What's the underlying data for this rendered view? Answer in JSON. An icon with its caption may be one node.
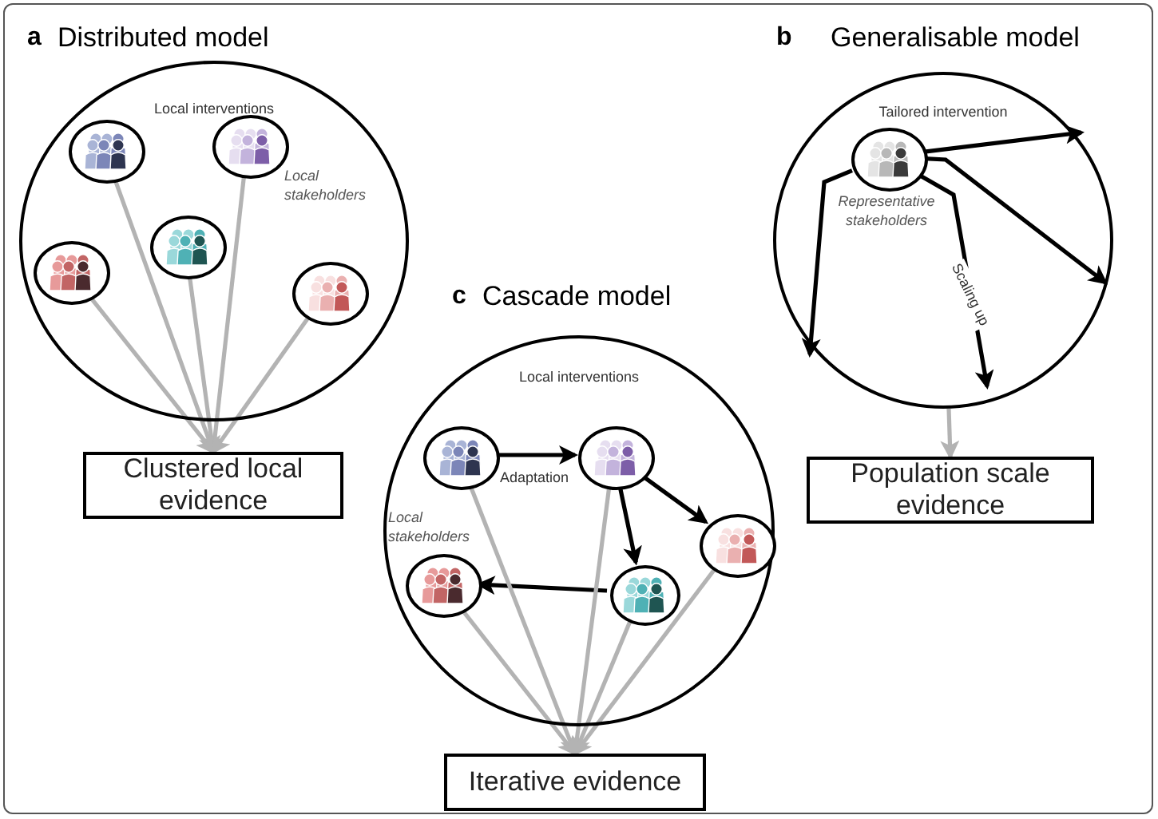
{
  "diagram": {
    "nodes": [
      {
        "text": [
          "Local interventions"
        ]
      },
      {
        "text": [],
        "shape": "circle",
        "in": 0
      },
      {
        "text": [],
        "shape": "circle",
        "in": 0
      },
      {
        "text": [],
        "shape": "circle",
        "in": 0
      },
      {
        "text": [],
        "shape": "circle",
        "in": 0
      },
      {
        "text": [],
        "shape": "circle",
        "in": 0
      },
      {
        "text": [
          "Clustered local evidence"
        ]
      },
      {
        "text": [
          "Tailored intervention"
        ]
      },
      {
        "text": [],
        "shape": "circle",
        "in": 7,
        "beside": [
          "Representative stakeholders"
        ]
      },
      {
        "text": [
          "Population scale evidence"
        ]
      },
      {
        "text": [
          "Local interventions"
        ]
      },
      {
        "text": [],
        "shape": "circle",
        "in": 10
      },
      {
        "text": [],
        "shape": "circle",
        "in": 10
      },
      {
        "text": [],
        "shape": "circle",
        "in": 10
      },
      {
        "text": [],
        "shape": "circle",
        "in": 10
      },
      {
        "text": [],
        "shape": "circle",
        "in": 10
      },
      {
        "text": [
          "Iterative evidence"
        ]
      }
    ],
    "edges": [
      {
        "from": 1,
        "to": 6,
        "arrow": "to"
      },
      {
        "from": 2,
        "to": 6,
        "arrow": "to"
      },
      {
        "from": 3,
        "to": 6,
        "arrow": "to"
      },
      {
        "from": 4,
        "to": 6,
        "arrow": "to"
      },
      {
        "from": 5,
        "to": 6,
        "arrow": "to"
      },
      {
        "from": 8,
        "to": null,
        "arrow": "to",
        "color": "#000000"
      },
      {
        "from": 8,
        "to": null,
        "arrow": "to",
        "color": "#000000"
      },
      {
        "from": 8,
        "to": null,
        "arrow": "to",
        "color": "#000000"
      },
      {
        "from": 8,
        "to": null,
        "arrow": "to",
        "color": "#000000",
        "label": "Scaling up"
      },
      {
        "from": 7,
        "to": 9,
        "arrow": "to"
      },
      {
        "from": 11,
        "to": 12,
        "arrow": "to",
        "color": "#000000",
        "label": "Adaptation"
      },
      {
        "from": 12,
        "to": 13,
        "arrow": "to",
        "color": "#000000"
      },
      {
        "from": 12,
        "to": 15,
        "arrow": "to",
        "color": "#000000"
      },
      {
        "from": 15,
        "to": 14,
        "arrow": "to",
        "color": "#000000"
      },
      {
        "from": 11,
        "to": 16,
        "arrow": "to"
      },
      {
        "from": 12,
        "to": 16,
        "arrow": "to"
      },
      {
        "from": 13,
        "to": 16,
        "arrow": "to"
      },
      {
        "from": 14,
        "to": 16,
        "arrow": "to"
      },
      {
        "from": 15,
        "to": 16,
        "arrow": "to"
      }
    ],
    "labels": [
      "a",
      "Distributed model",
      "b",
      "Generalisable model",
      "c",
      "Cascade model",
      "Local stakeholders",
      "Local stakeholders"
    ]
  }
}
